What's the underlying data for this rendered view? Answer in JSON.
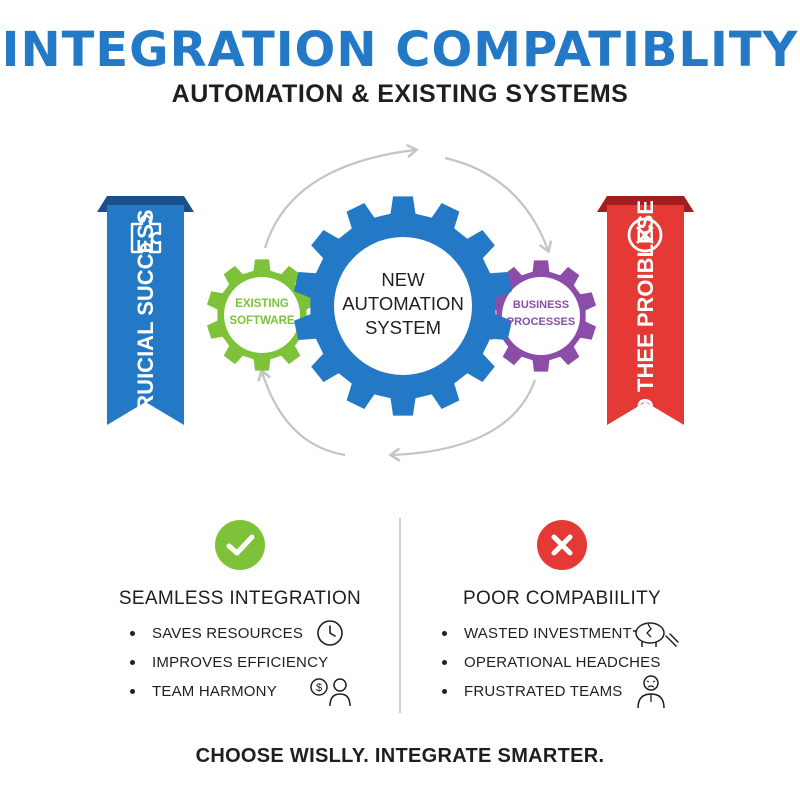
{
  "title": "INTEGRATION COMPATIBLITY",
  "subtitle": "AUTOMATION & EXISTING SYSTEMS",
  "colors": {
    "blue": "#2479c7",
    "green": "#7ec23a",
    "purple": "#8a4ea8",
    "red": "#e53935",
    "dark": "#1f1f1f",
    "grey": "#cfcfcf"
  },
  "left_banner": {
    "text": "CRUICIAL SUCCESS",
    "icon": "puzzle-icon"
  },
  "right_banner": {
    "text": "AVOD THEE PROIBLESE",
    "icon": "x-circle-icon"
  },
  "gears": {
    "center": {
      "line1": "NEW",
      "line2": "AUTOMATION",
      "line3": "SYSTEM"
    },
    "left": {
      "line1": "EXISTING",
      "line2": "SOFTWARE"
    },
    "right": {
      "line1": "BUSINESS",
      "line2": "PROCESSES"
    }
  },
  "seamless": {
    "icon": "checkmark-icon",
    "heading": "SEAMLESS INTEGRATION",
    "items": [
      "SAVES RESOURCES",
      "IMPROVES EFFICIENCY",
      "TEAM HARMONY"
    ],
    "item_icons": [
      "clock-icon",
      "money-person-icon"
    ]
  },
  "poor": {
    "icon": "x-mark-icon",
    "heading": "POOR COMPABIILITY",
    "items": [
      "WASTED INVESTMENT",
      "OPERATIONAL HEADCHES",
      "FRUSTRATED TEAMS"
    ],
    "item_icons": [
      "broken-piggy-bank-icon",
      "frustrated-person-icon"
    ]
  },
  "footer": "CHOOSE WISLLY. INTEGRATE SMARTER."
}
